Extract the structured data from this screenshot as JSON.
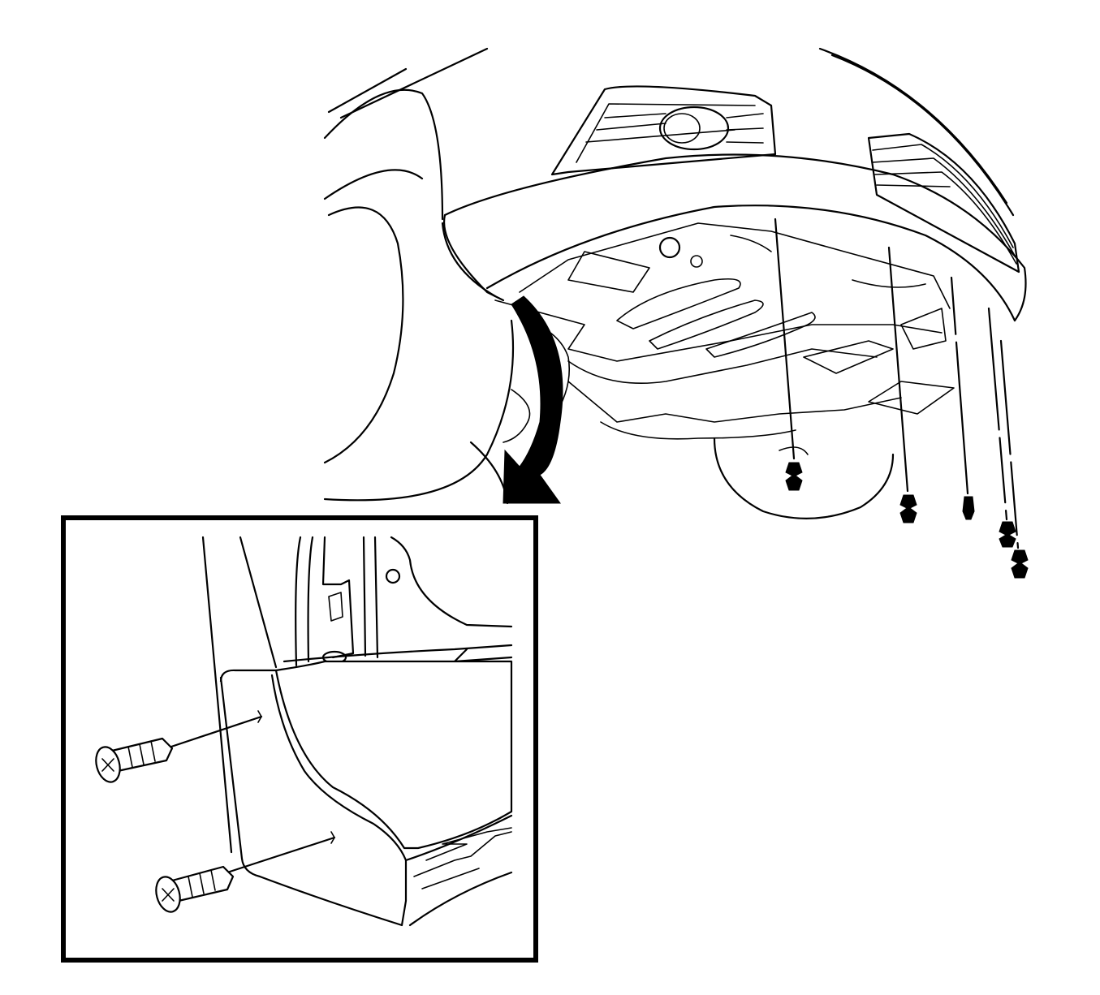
{
  "diagram": {
    "main_view": "vehicle-front-underbody",
    "detail_view": "front-fender-splash-shield-detail",
    "fasteners": {
      "main_view_count": 5,
      "detail_view_count": 2,
      "detail_fastener_type": "screw",
      "main_fastener_type": "push-pin-retainer"
    },
    "colors": {
      "line": "#000000",
      "background": "#ffffff",
      "inset_border": "#000000"
    },
    "icons": [
      "curved-arrow-icon",
      "screw-icon",
      "push-pin-retainer-icon"
    ]
  }
}
